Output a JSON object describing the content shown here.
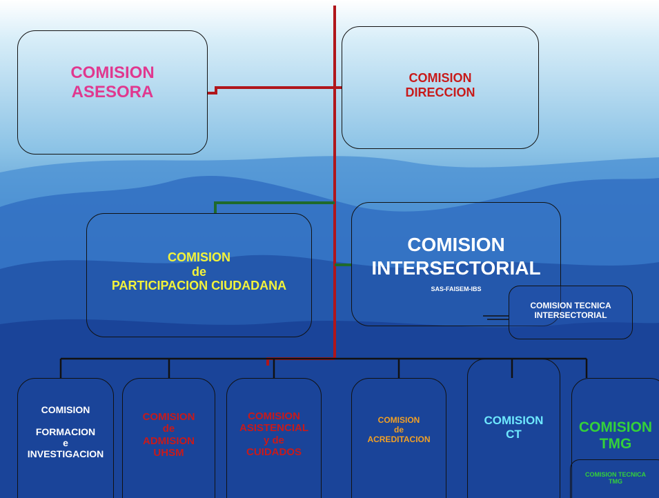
{
  "colors": {
    "pink": "#e0388f",
    "red": "#c81a1a",
    "yellow": "#f3f33a",
    "white": "#ffffff",
    "orange": "#f2a024",
    "cyan": "#6ee8ff",
    "green": "#34d13a",
    "trunk": "#b0161b",
    "green_line": "#1f6a2c"
  },
  "boxes": {
    "asesora": "COMISION\nASESORA",
    "direccion": "COMISION\nDIRECCION",
    "participacion": "COMISION\nde\nPARTICIPACION CIUDADANA",
    "intersectorial": "COMISION\nINTERSECTORIAL",
    "intersectorial_sub": "SAS-FAISEM-IBS",
    "tecnica_intersectorial": "COMISION TECNICA\nINTERSECTORIAL",
    "formacion": "COMISION\n\nFORMACION\ne\nINVESTIGACION",
    "admision": "COMISION\nde\nADMISION\nUHSM",
    "asistencial": "COMISION\nASISTENCIAL\ny de\nCUIDADOS",
    "acreditacion": "COMISION\nde\nACREDITACION",
    "ct": "COMISION\nCT",
    "tmg": "COMISION\nTMG",
    "tecnica_tmg": "COMISION TECNICA\nTMG"
  }
}
